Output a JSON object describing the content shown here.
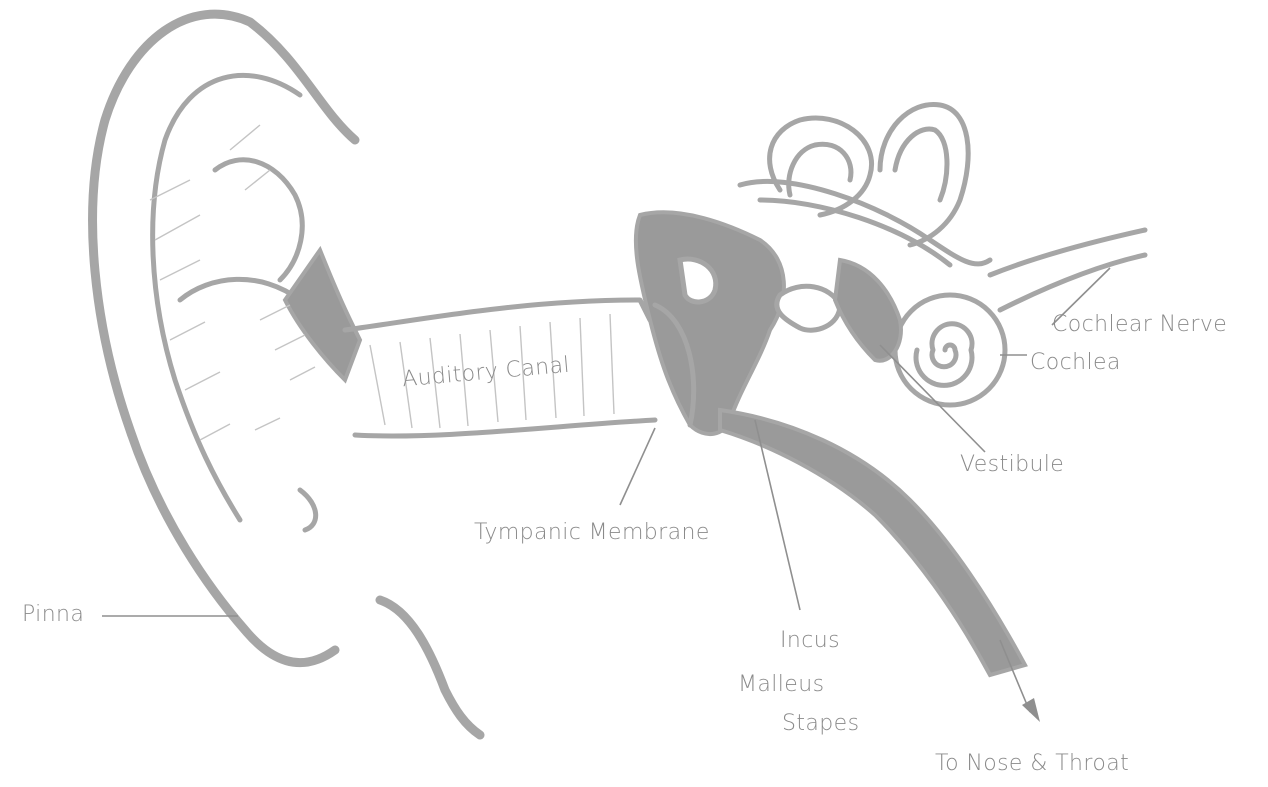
{
  "labels": {
    "pinna": "Pinna",
    "auditory_canal": "Auditory Canal",
    "tympanic_membrane": "Tympanic Membrane",
    "incus": "Incus",
    "malleus": "Malleus",
    "stapes": "Stapes",
    "to_nose_throat": "To Nose & Throat",
    "vestibule": "Vestibule",
    "cochlea": "Cochlea",
    "cochlear_nerve": "Cochlear Nerve"
  },
  "colors": {
    "line": "#a6a6a6",
    "fill": "#9a9a9a",
    "text": "#8a8a8a",
    "background": "#ffffff"
  }
}
